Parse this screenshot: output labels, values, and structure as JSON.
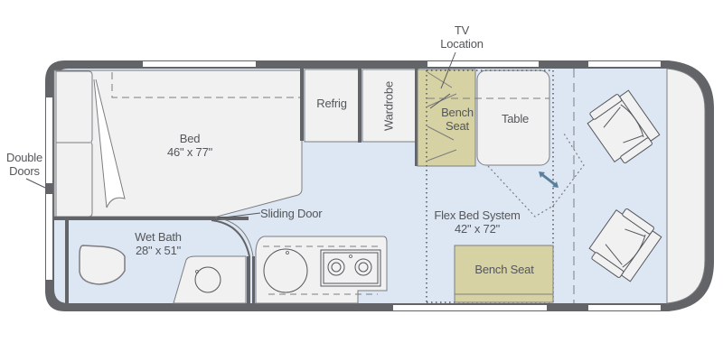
{
  "floorplan": {
    "colors": {
      "wall": "#636467",
      "floor": "#dde7f3",
      "furniture": "#f1f1f2",
      "bench": "#d6d2a3",
      "outline": "#7c7d80",
      "text": "#54565a",
      "window": "#ffffff"
    },
    "labels": {
      "tv": {
        "line1": "TV",
        "line2": "Location"
      },
      "double_doors": {
        "line1": "Double",
        "line2": "Doors"
      },
      "bed": {
        "line1": "Bed",
        "line2": "46\" x 77\""
      },
      "refrig": "Refrig",
      "wardrobe": "Wardrobe",
      "bench_seat_top": {
        "line1": "Bench",
        "line2": "Seat"
      },
      "table": "Table",
      "sliding_door": "Sliding Door",
      "wet_bath": {
        "line1": "Wet Bath",
        "line2": "28\" x 51\""
      },
      "flex_bed": {
        "line1": "Flex Bed System",
        "line2": "42\" x 72\""
      },
      "bench_seat_bottom": "Bench Seat"
    }
  }
}
